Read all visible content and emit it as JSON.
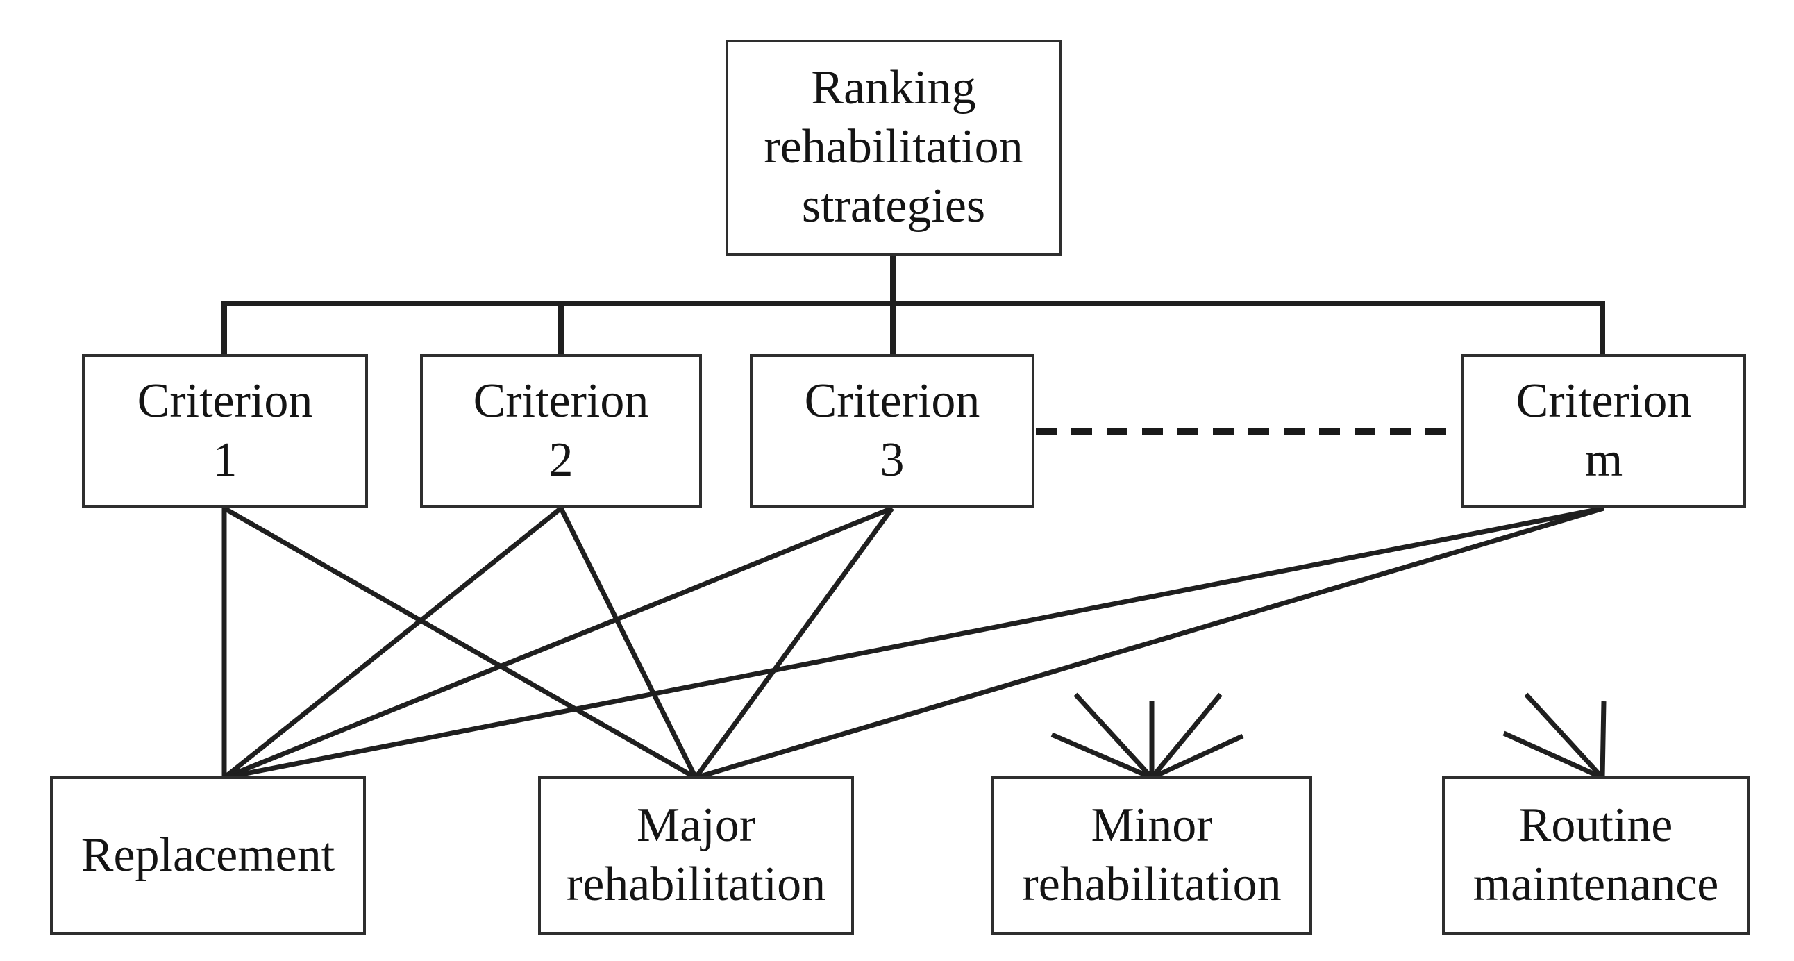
{
  "figure": {
    "type": "hierarchy-diagram",
    "description": "AHP-style hierarchy for ranking rehabilitation strategies: goal at top, criteria in middle row, strategy alternatives at bottom"
  },
  "colors": {
    "background": "#ffffff",
    "line": "#1f1f1f",
    "box_border": "#2e2e2e",
    "text": "#141414"
  },
  "nodes": {
    "goal": {
      "lines": [
        "Ranking",
        "rehabilitation",
        "strategies"
      ]
    },
    "criterion1": {
      "lines": [
        "Criterion",
        "1"
      ]
    },
    "criterion2": {
      "lines": [
        "Criterion",
        "2"
      ]
    },
    "criterion3": {
      "lines": [
        "Criterion",
        "3"
      ]
    },
    "criterionM": {
      "lines": [
        "Criterion",
        "m"
      ]
    },
    "replacement": {
      "lines": [
        "Replacement"
      ]
    },
    "majorRehabilitation": {
      "lines": [
        "Major",
        "rehabilitation"
      ]
    },
    "minorRehabilitation": {
      "lines": [
        "Minor",
        "rehabilitation"
      ]
    },
    "routineMaintenance": {
      "lines": [
        "Routine",
        "maintenance"
      ]
    }
  },
  "edges": [
    {
      "from": "goal",
      "to": "criterion1",
      "style": "solid"
    },
    {
      "from": "goal",
      "to": "criterion2",
      "style": "solid"
    },
    {
      "from": "goal",
      "to": "criterion3",
      "style": "solid"
    },
    {
      "from": "goal",
      "to": "criterionM",
      "style": "solid"
    },
    {
      "from": "criterion3",
      "to": "criterionM",
      "style": "dashed",
      "meaning": "ellipsis-more-criteria"
    },
    {
      "from": "criterion1",
      "to": "replacement",
      "style": "solid"
    },
    {
      "from": "criterion1",
      "to": "majorRehabilitation",
      "style": "solid"
    },
    {
      "from": "criterion2",
      "to": "replacement",
      "style": "solid"
    },
    {
      "from": "criterion2",
      "to": "majorRehabilitation",
      "style": "solid"
    },
    {
      "from": "criterion3",
      "to": "replacement",
      "style": "solid"
    },
    {
      "from": "criterion3",
      "to": "majorRehabilitation",
      "style": "solid"
    },
    {
      "from": "criterionM",
      "to": "replacement",
      "style": "solid"
    },
    {
      "from": "criterionM",
      "to": "majorRehabilitation",
      "style": "solid"
    },
    {
      "to": "minorRehabilitation",
      "style": "fan-stub",
      "count": 5
    },
    {
      "to": "routineMaintenance",
      "style": "fan-stub",
      "count": 3
    }
  ]
}
